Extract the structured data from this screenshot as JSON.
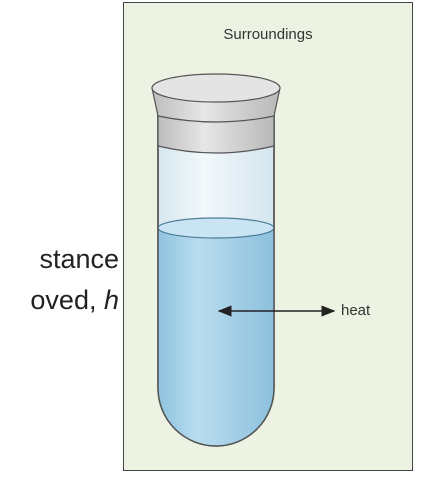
{
  "colors": {
    "panel_fill": "#ecf3e2",
    "panel_border": "#444444",
    "liquid": "#a9d2e8",
    "liquid_top": "#c7e2f1",
    "glass": "#e4f0f6",
    "stopper_top": "#e3e3e3",
    "stopper_side": "#c9c9c9"
  },
  "panel": {
    "label": "Surroundings"
  },
  "arrow": {
    "label": "heat"
  },
  "side_text": {
    "line1": "stance",
    "line2_prefix": "oved, ",
    "line2_symbol": "h"
  }
}
